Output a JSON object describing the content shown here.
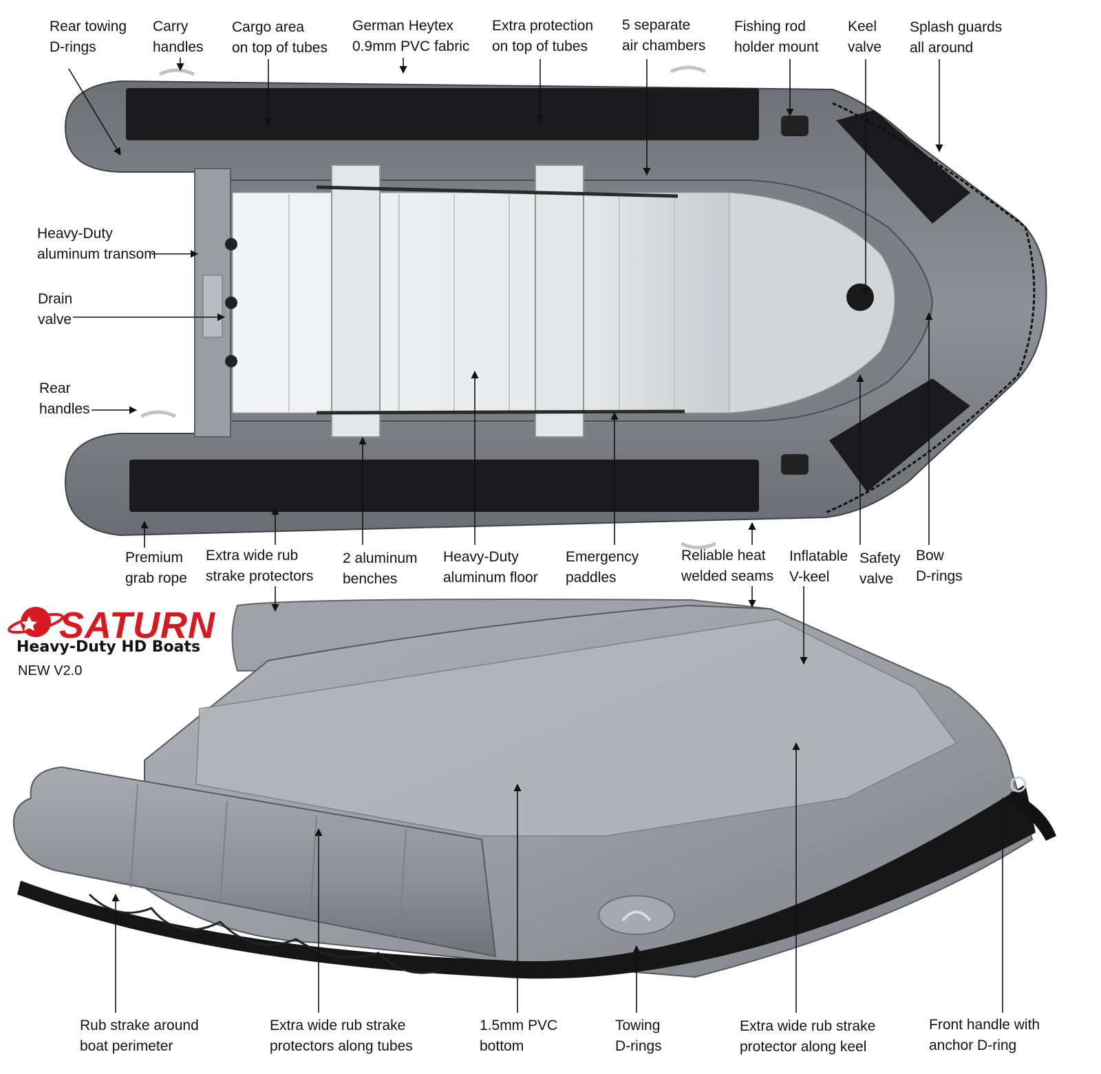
{
  "brand": {
    "name": "SATURN",
    "subtitle": "Heavy-Duty HD Boats",
    "version": "NEW V2.0",
    "color": "#d71920"
  },
  "colors": {
    "tube": "#8a8e93",
    "tube_dark": "#5f6368",
    "tube_light": "#b3b6ba",
    "strip": "#1c1c1e",
    "floor": "#e9ebee",
    "hull": "#9da1a6",
    "keel_black": "#151515"
  },
  "labels": {
    "rear_towing": [
      "Rear towing",
      "D-rings"
    ],
    "carry": [
      "Carry",
      "handles"
    ],
    "cargo": [
      "Cargo area",
      "on top of tubes"
    ],
    "heytex": [
      "German Heytex",
      "0.9mm PVC fabric"
    ],
    "extra_prot": [
      "Extra protection",
      "on top of tubes"
    ],
    "chambers": [
      "5 separate",
      "air chambers"
    ],
    "fishing": [
      "Fishing rod",
      "holder mount"
    ],
    "keel_valve": [
      "Keel",
      "valve"
    ],
    "splash": [
      "Splash guards",
      "all around"
    ],
    "transom": [
      "Heavy-Duty",
      "aluminum transom"
    ],
    "drain": [
      "Drain",
      "valve"
    ],
    "rear_handles": [
      "Rear",
      "handles"
    ],
    "grab_rope": [
      "Premium",
      "grab rope"
    ],
    "rub_strake": [
      "Extra wide rub",
      "strake protectors"
    ],
    "benches": [
      "2 aluminum",
      "benches"
    ],
    "floor": [
      "Heavy-Duty",
      "aluminum floor"
    ],
    "paddles": [
      "Emergency",
      "paddles"
    ],
    "seams": [
      "Reliable heat",
      "welded seams"
    ],
    "vkeel": [
      "Inflatable",
      "V-keel"
    ],
    "safety": [
      "Safety",
      "valve"
    ],
    "bow_drings": [
      "Bow",
      "D-rings"
    ],
    "perimeter": [
      "Rub strake around",
      "boat perimeter"
    ],
    "tube_prot": [
      "Extra wide rub strake",
      "protectors along tubes"
    ],
    "bottom": [
      "1.5mm PVC",
      "bottom"
    ],
    "towing": [
      "Towing",
      "D-rings"
    ],
    "keel_prot": [
      "Extra wide rub strake",
      "protector along keel"
    ],
    "front_handle": [
      "Front handle with",
      "anchor D-ring"
    ]
  }
}
